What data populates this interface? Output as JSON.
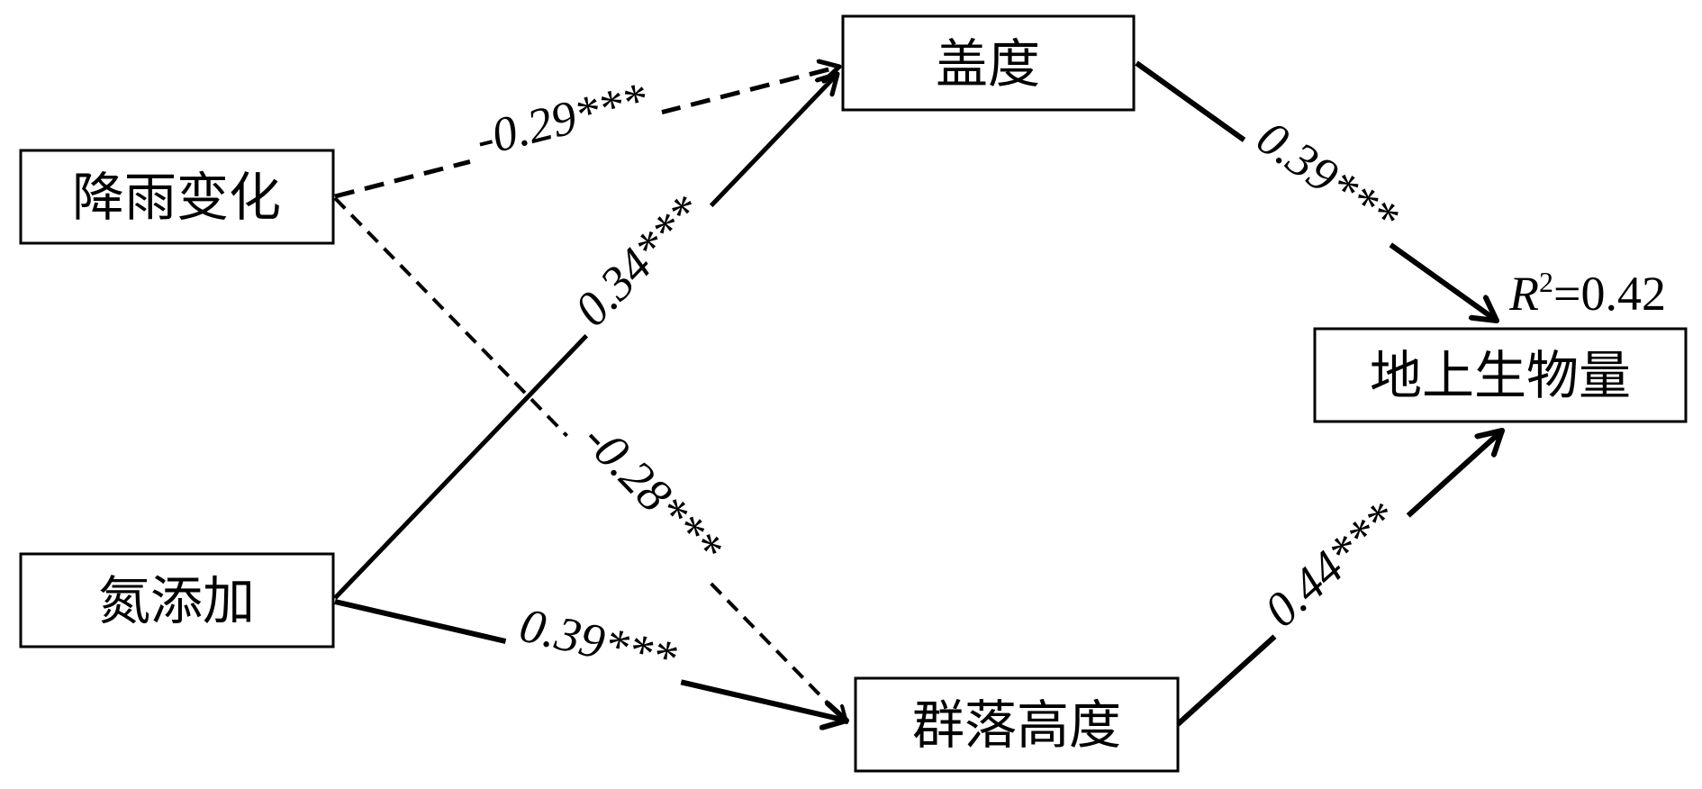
{
  "nodes": {
    "precipitation": "降雨变化",
    "nitrogen": "氮添加",
    "coverage": "盖度",
    "height": "群落高度",
    "biomass": "地上生物量"
  },
  "r2": {
    "symbol": "R",
    "sup": "2",
    "value": "=0.42"
  },
  "paths": [
    {
      "from": "precipitation",
      "to": "coverage",
      "label": "-0.29***",
      "line": "dashed"
    },
    {
      "from": "precipitation",
      "to": "height",
      "label": "-0.28***",
      "line": "dashed"
    },
    {
      "from": "nitrogen",
      "to": "coverage",
      "label": "0.34***",
      "line": "solid"
    },
    {
      "from": "nitrogen",
      "to": "height",
      "label": "0.39***",
      "line": "solid"
    },
    {
      "from": "coverage",
      "to": "biomass",
      "label": "0.39***",
      "line": "solid"
    },
    {
      "from": "height",
      "to": "biomass",
      "label": "0.44***",
      "line": "solid"
    }
  ]
}
